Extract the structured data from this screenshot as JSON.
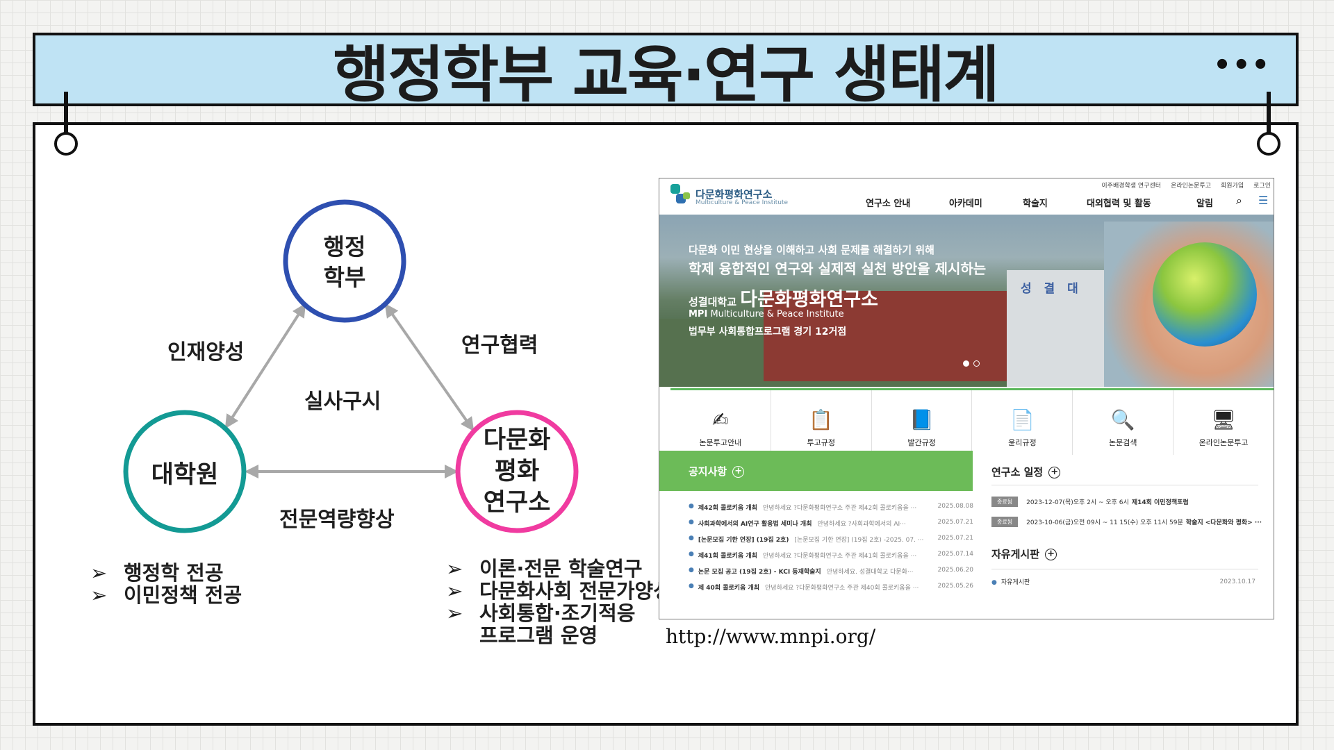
{
  "title": "행정학부 교육·연구 생태계",
  "menu_icon": "more-dots",
  "diagram": {
    "nodes": {
      "top": {
        "lines": [
          "행정",
          "학부"
        ],
        "color": "#2e4fb0"
      },
      "left": {
        "lines": [
          "대학원"
        ],
        "color": "#139a94"
      },
      "right": {
        "lines": [
          "다문화",
          "평화",
          "연구소"
        ],
        "color": "#f03ba0"
      }
    },
    "edge_labels": {
      "left": "인재양성",
      "right": "연구협력",
      "center": "실사구시",
      "bottom": "전문역량향상"
    },
    "arrow_color": "#a8a8a8"
  },
  "left_bullets": [
    "행정학 전공",
    "이민정책 전공"
  ],
  "right_bullets": [
    "이론·전문 학술연구",
    "다문화사회 전문가양성",
    "사회통합·조기적응",
    "프로그램 운영"
  ],
  "url": "http://www.mnpi.org/",
  "website": {
    "logo_name": "다문화평화연구소",
    "logo_sub": "Multiculture & Peace Institute",
    "utility": [
      "이주배경학생 연구센터",
      "온라인논문투고",
      "회원가입",
      "로그인"
    ],
    "nav": [
      "연구소 안내",
      "아카데미",
      "학술지",
      "대외협력 및 활동",
      "알림"
    ],
    "hero": {
      "line1": "다문화 이민 현상을 이해하고 사회 문제를 해결하기 위해",
      "line2": "학제 융합적인 연구와 실제적 실천 방안을 제시하는",
      "line3_small": "성결대학교",
      "line3_big": "다문화평화연구소",
      "line4_mpi": "MPI",
      "line4": "Multiculture & Peace Institute",
      "line5": "법무부 사회통합프로그램 경기 12거점",
      "building_sign": "성 결 대"
    },
    "quick_links": [
      "논문투고안내",
      "투고규정",
      "발간규정",
      "윤리규정",
      "논문검색",
      "온라인논문투고"
    ],
    "notice_title": "공지사항",
    "notices": [
      {
        "title": "제42회 콜로키움 개최",
        "preview": "안녕하세요 ?다문화평화연구소 주관 제42회 콜로키움을 ···",
        "date": "2025.08.08"
      },
      {
        "title": "사회과학에서의 AI연구 활용법 세미나 개최",
        "preview": "안녕하세요 ?사회과학에서의 AI···",
        "date": "2025.07.21"
      },
      {
        "title": "[논문모집 기한 연장] (19집 2호)",
        "preview": "[논문모집 기한 연장] (19집 2호) -2025. 07. ···",
        "date": "2025.07.21"
      },
      {
        "title": "제41회 콜로키움 개최",
        "preview": "안녕하세요 ?다문화평화연구소 주관 제41회 콜로키움을 ···",
        "date": "2025.07.14"
      },
      {
        "title": "논문 모집 공고 (19집 2호) - KCI 등재학술지",
        "preview": "안녕하세요. 성결대학교 다문화···",
        "date": "2025.06.20"
      },
      {
        "title": "제 40회 콜로키움 개최",
        "preview": "안녕하세요 ?다문화평화연구소 주관 제40회 콜로키움을 ···",
        "date": "2025.05.26"
      }
    ],
    "schedule_title": "연구소 일정",
    "schedule": [
      {
        "badge": "종료됨",
        "when": "2023-12-07(목)오후 2시 ~ 오후 6시",
        "title": "제14회 이민정책포럼"
      },
      {
        "badge": "종료됨",
        "when": "2023-10-06(금)오전 09시 ~ 11 15(수) 오후 11시 59분",
        "title": "학술지 <다문화와 평화> ···"
      }
    ],
    "board_title": "자유게시판",
    "board": [
      {
        "title": "자유게시판",
        "date": "2023.10.17"
      }
    ]
  }
}
